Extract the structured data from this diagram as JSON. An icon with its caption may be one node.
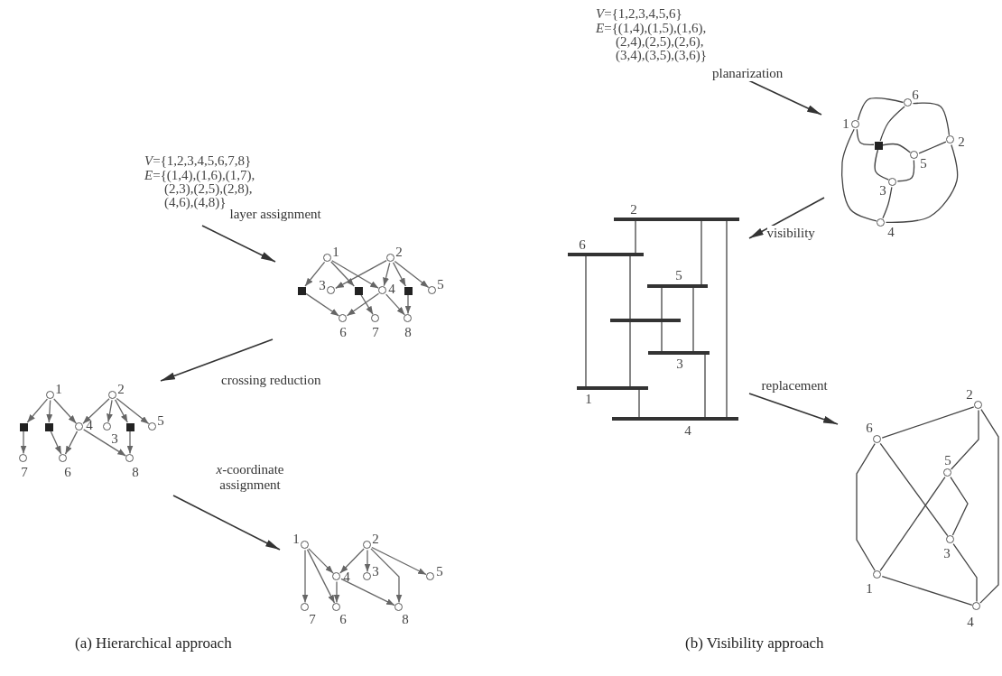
{
  "diagram": {
    "nodes": [
      {
        "text": [
          "1"
        ]
      },
      {
        "text": [
          "2"
        ]
      },
      {
        "text": [],
        "shape": "box"
      },
      {
        "text": [
          "3"
        ]
      },
      {
        "text": [],
        "shape": "box"
      },
      {
        "text": [
          "4"
        ]
      },
      {
        "text": [],
        "shape": "box"
      },
      {
        "text": [
          "5"
        ]
      },
      {
        "text": [
          "6"
        ]
      },
      {
        "text": [
          "7"
        ]
      },
      {
        "text": [
          "8"
        ]
      },
      {
        "text": [
          "1"
        ]
      },
      {
        "text": [
          "2"
        ]
      },
      {
        "text": [],
        "shape": "box"
      },
      {
        "text": [],
        "shape": "box"
      },
      {
        "text": [
          "4"
        ]
      },
      {
        "text": [
          "3"
        ]
      },
      {
        "text": [],
        "shape": "box"
      },
      {
        "text": [
          "5"
        ]
      },
      {
        "text": [
          "7"
        ]
      },
      {
        "text": [
          "6"
        ]
      },
      {
        "text": [
          "8"
        ]
      },
      {
        "text": [
          "1"
        ]
      },
      {
        "text": [
          "2"
        ]
      },
      {
        "text": [
          "4"
        ]
      },
      {
        "text": [
          "3"
        ]
      },
      {
        "text": [
          "5"
        ]
      },
      {
        "text": [
          "7"
        ]
      },
      {
        "text": [
          "6"
        ]
      },
      {
        "text": [
          "8"
        ]
      },
      {
        "text": [
          "6"
        ]
      },
      {
        "text": [
          "1"
        ]
      },
      {
        "text": [
          "2"
        ]
      },
      {
        "text": [],
        "shape": "box"
      },
      {
        "text": [
          "5"
        ]
      },
      {
        "text": [
          "3"
        ]
      },
      {
        "text": [
          "4"
        ]
      },
      {
        "text": [
          "2"
        ]
      },
      {
        "text": [
          "6"
        ]
      },
      {
        "text": [
          "5"
        ]
      },
      {
        "text": [],
        "shape": "bar"
      },
      {
        "text": [
          "3"
        ]
      },
      {
        "text": [
          "1"
        ]
      },
      {
        "text": [
          "4"
        ]
      },
      {
        "text": [
          "2"
        ]
      },
      {
        "text": [
          "6"
        ]
      },
      {
        "text": [
          "5"
        ]
      },
      {
        "text": [
          "3"
        ]
      },
      {
        "text": [
          "1"
        ]
      },
      {
        "text": [
          "4"
        ]
      }
    ],
    "edges": [
      {
        "from": 0,
        "to": 2,
        "arrow": "to"
      },
      {
        "from": 0,
        "to": 4,
        "arrow": "to"
      },
      {
        "from": 0,
        "to": 5,
        "arrow": "to"
      },
      {
        "from": 1,
        "to": 3,
        "arrow": "to"
      },
      {
        "from": 1,
        "to": 5,
        "arrow": "to"
      },
      {
        "from": 1,
        "to": 6,
        "arrow": "to"
      },
      {
        "from": 1,
        "to": 7,
        "arrow": "to"
      },
      {
        "from": 2,
        "to": 8,
        "arrow": "to"
      },
      {
        "from": 4,
        "to": 9,
        "arrow": "to"
      },
      {
        "from": 5,
        "to": 8,
        "arrow": "to"
      },
      {
        "from": 5,
        "to": 10,
        "arrow": "to"
      },
      {
        "from": 6,
        "to": 10,
        "arrow": "to"
      },
      {
        "from": 11,
        "to": 13,
        "arrow": "to"
      },
      {
        "from": 11,
        "to": 14,
        "arrow": "to"
      },
      {
        "from": 11,
        "to": 15,
        "arrow": "to"
      },
      {
        "from": 12,
        "to": 15,
        "arrow": "to"
      },
      {
        "from": 12,
        "to": 16,
        "arrow": "to"
      },
      {
        "from": 12,
        "to": 17,
        "arrow": "to"
      },
      {
        "from": 12,
        "to": 18,
        "arrow": "to"
      },
      {
        "from": 13,
        "to": 19,
        "arrow": "to"
      },
      {
        "from": 14,
        "to": 20,
        "arrow": "to"
      },
      {
        "from": 15,
        "to": 20,
        "arrow": "to"
      },
      {
        "from": 15,
        "to": 21,
        "arrow": "to"
      },
      {
        "from": 17,
        "to": 21,
        "arrow": "to"
      },
      {
        "from": 22,
        "to": 27,
        "arrow": "to"
      },
      {
        "from": 22,
        "to": 24,
        "arrow": "to"
      },
      {
        "from": 22,
        "to": 28,
        "arrow": "to"
      },
      {
        "from": 23,
        "to": 24,
        "arrow": "to"
      },
      {
        "from": 23,
        "to": 25,
        "arrow": "to"
      },
      {
        "from": 23,
        "to": 26,
        "arrow": "to"
      },
      {
        "from": 23,
        "to": 29,
        "arrow": "to"
      },
      {
        "from": 24,
        "to": 28,
        "arrow": "to"
      },
      {
        "from": 24,
        "to": 29,
        "arrow": "to"
      },
      {
        "from": 31,
        "to": 30,
        "arrow": "none"
      },
      {
        "from": 30,
        "to": 32,
        "arrow": "none"
      },
      {
        "from": 31,
        "to": 33,
        "arrow": "none"
      },
      {
        "from": 30,
        "to": 33,
        "arrow": "none"
      },
      {
        "from": 33,
        "to": 34,
        "arrow": "none"
      },
      {
        "from": 33,
        "to": 35,
        "arrow": "none"
      },
      {
        "from": 34,
        "to": 32,
        "arrow": "none"
      },
      {
        "from": 35,
        "to": 34,
        "arrow": "none"
      },
      {
        "from": 31,
        "to": 36,
        "arrow": "none"
      },
      {
        "from": 32,
        "to": 36,
        "arrow": "none"
      },
      {
        "from": 35,
        "to": 36,
        "arrow": "none"
      },
      {
        "from": 37,
        "to": 38,
        "arrow": "none"
      },
      {
        "from": 37,
        "to": 39,
        "arrow": "none"
      },
      {
        "from": 37,
        "to": 43,
        "arrow": "none"
      },
      {
        "from": 38,
        "to": 42,
        "arrow": "none"
      },
      {
        "from": 38,
        "to": 40,
        "arrow": "none"
      },
      {
        "from": 40,
        "to": 42,
        "arrow": "none"
      },
      {
        "from": 39,
        "to": 40,
        "arrow": "none"
      },
      {
        "from": 40,
        "to": 41,
        "arrow": "none"
      },
      {
        "from": 39,
        "to": 41,
        "arrow": "none"
      },
      {
        "from": 42,
        "to": 43,
        "arrow": "none"
      },
      {
        "from": 41,
        "to": 43,
        "arrow": "none"
      },
      {
        "from": 44,
        "to": 45,
        "arrow": "none"
      },
      {
        "from": 44,
        "to": 46,
        "arrow": "none"
      },
      {
        "from": 44,
        "to": 49,
        "arrow": "none"
      },
      {
        "from": 45,
        "to": 48,
        "arrow": "none"
      },
      {
        "from": 45,
        "to": 47,
        "arrow": "none"
      },
      {
        "from": 46,
        "to": 48,
        "arrow": "none"
      },
      {
        "from": 46,
        "to": 47,
        "arrow": "none"
      },
      {
        "from": 47,
        "to": 49,
        "arrow": "none"
      },
      {
        "from": 48,
        "to": 49,
        "arrow": "none"
      }
    ],
    "labels": [
      "*V*={1,2,3,4,5,6,7,8}",
      "*E*={(1,4),(1,6),(1,7), (2,3),(2,5),(2,8), (4,6),(4,8)}",
      "layer assignment",
      "crossing reduction",
      "*x*-coordinate assignment",
      "(a) Hierarchical approach",
      "*V*={1,2,3,4,5,6}",
      "*E*={(1,4),(1,5),(1,6), (2,4),(2,5),(2,6), (3,4),(3,5),(3,6)}",
      "planarization",
      "visibility",
      "replacement",
      "(b) Visibility approach"
    ]
  }
}
